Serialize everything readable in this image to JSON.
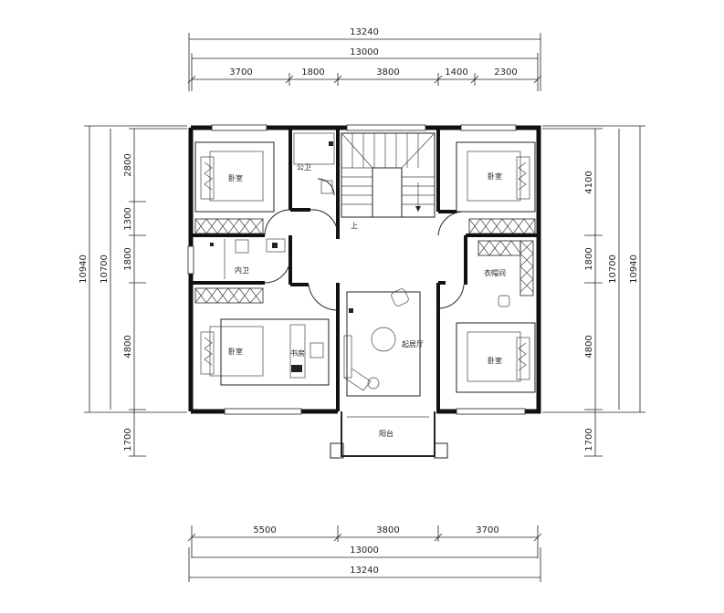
{
  "dimensions": {
    "top_total_outer": "13240",
    "top_total_inner": "13000",
    "top_segments": [
      "3700",
      "1800",
      "3800",
      "1400",
      "2300"
    ],
    "bottom_segments": [
      "5500",
      "3800",
      "3700"
    ],
    "bottom_total_inner": "13000",
    "bottom_total_outer": "13240",
    "left_total_outer": "10940",
    "left_total_inner": "10700",
    "left_segments": [
      "2800",
      "1300",
      "1800",
      "4800"
    ],
    "left_balcony": "1700",
    "right_total_outer": "10940",
    "right_total_inner": "10700",
    "right_segments": [
      "4100",
      "1800",
      "4800"
    ],
    "right_balcony": "1700"
  },
  "rooms": {
    "bedroom_top_left": "卧室",
    "bedroom_top_right": "卧室",
    "bedroom_bottom_left": "卧室",
    "bedroom_bottom_right": "卧室",
    "public_bath": "公卫",
    "ensuite_bath": "内卫",
    "study": "书房",
    "living": "起居厅",
    "closet": "衣帽间",
    "balcony": "阳台",
    "stair_up": "上"
  }
}
